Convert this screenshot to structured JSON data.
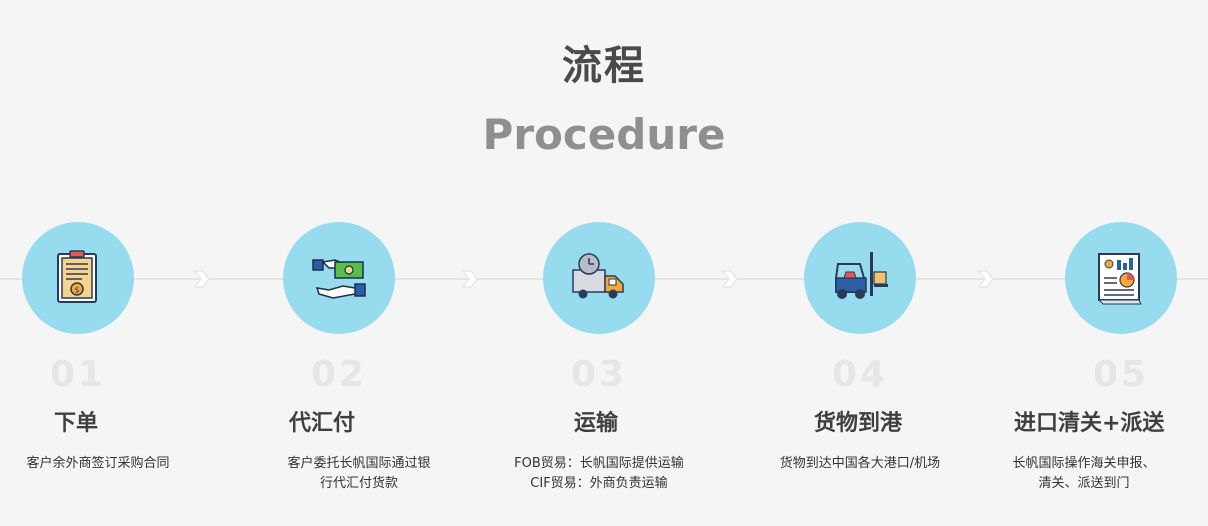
{
  "header": {
    "title_cn": "流程",
    "title_en": "Procedure"
  },
  "steps": [
    {
      "number": "01",
      "title": "下单",
      "desc_lines": [
        "客户余外商签订采购合同"
      ],
      "icon": "contract-document-icon"
    },
    {
      "number": "02",
      "title": "代汇付",
      "desc_lines": [
        "客户委托长帆国际通过银",
        "行代汇付货款"
      ],
      "icon": "money-payment-icon"
    },
    {
      "number": "03",
      "title": "运输",
      "desc_lines": [
        "FOB贸易：长帆国际提供运输",
        "CIF贸易：外商负责运输"
      ],
      "icon": "delivery-truck-icon"
    },
    {
      "number": "04",
      "title": "货物到港",
      "desc_lines": [
        "货物到达中国各大港口/机场"
      ],
      "icon": "forklift-icon"
    },
    {
      "number": "05",
      "title": "进口清关+派送",
      "desc_lines": [
        "长帆国际操作海关申报、",
        "清关、派送到门"
      ],
      "icon": "report-chart-icon"
    }
  ],
  "colors": {
    "circle": "#96dcee",
    "background": "#f5f5f5",
    "number": "#e6e6e6"
  }
}
